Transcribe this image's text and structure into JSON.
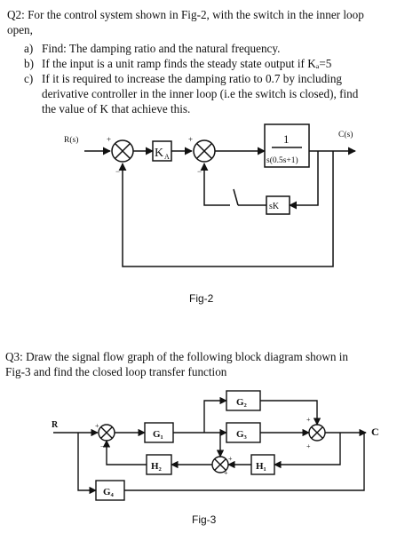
{
  "q2": {
    "heading_line1": "Q2: For the control system shown in Fig-2, with the switch in the inner loop",
    "heading_line2": "open,",
    "items": [
      {
        "marker": "a)",
        "lines": [
          "Find: The damping ratio and the natural frequency."
        ]
      },
      {
        "marker": "b)",
        "lines": [
          "If the input is a unit ramp finds the steady state output if Kₐ=5"
        ]
      },
      {
        "marker": "c)",
        "lines": [
          "If it is required to increase the damping ratio to 0.7 by including",
          "derivative controller in the inner loop (i.e the switch is closed), find",
          "the value of K that achieve this."
        ]
      }
    ],
    "fig": {
      "input_label": "R(s)",
      "output_label": "C(s)",
      "gain_block": "K",
      "gain_subscript": "A",
      "plant_numerator": "1",
      "plant_denominator": "s(0.5s+1)",
      "feedback_block": "sK",
      "caption": "Fig-2"
    }
  },
  "q3": {
    "heading_line1": "Q3: Draw the signal flow graph of the following block diagram  shown in",
    "heading_line2": "Fig-3 and find the closed loop transfer function",
    "fig": {
      "input_label": "R",
      "output_label": "C",
      "blocks": {
        "g1": "G₁",
        "g2": "G₂",
        "g3": "G₃",
        "h1": "H₁",
        "h2": "H₂",
        "g4": "G₄"
      },
      "caption": "Fig-3"
    }
  }
}
